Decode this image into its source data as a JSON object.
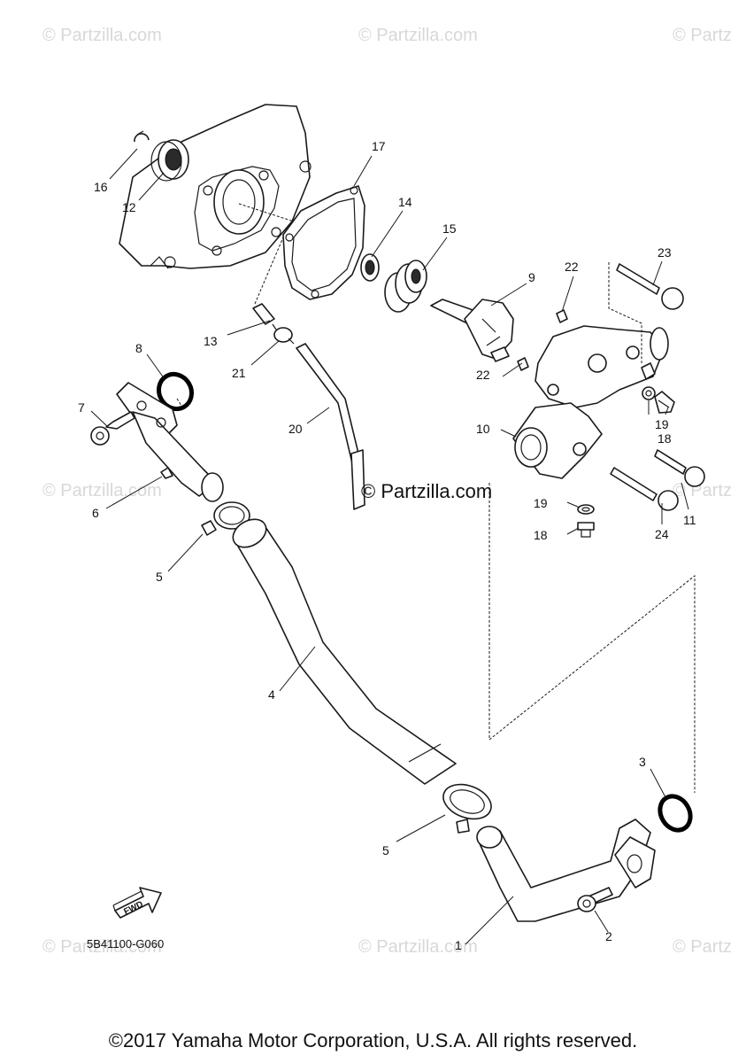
{
  "watermark": "© Partzilla.com",
  "watermark_partial": "© Partz",
  "center_watermark": "© Partzilla.com",
  "diagram_code": "5B41100-G060",
  "fwd_label": "FWD",
  "copyright": "©2017 Yamaha Motor Corporation, U.S.A. All rights reserved.",
  "callouts": {
    "c1": "1",
    "c2": "2",
    "c3": "3",
    "c4": "4",
    "c5a": "5",
    "c5b": "5",
    "c6": "6",
    "c7": "7",
    "c8": "8",
    "c9": "9",
    "c10": "10",
    "c11": "11",
    "c12": "12",
    "c13": "13",
    "c14": "14",
    "c15": "15",
    "c16": "16",
    "c17": "17",
    "c18a": "18",
    "c18b": "18",
    "c19a": "19",
    "c19b": "19",
    "c20": "20",
    "c21": "21",
    "c22a": "22",
    "c22b": "22",
    "c23": "23",
    "c24": "24"
  }
}
